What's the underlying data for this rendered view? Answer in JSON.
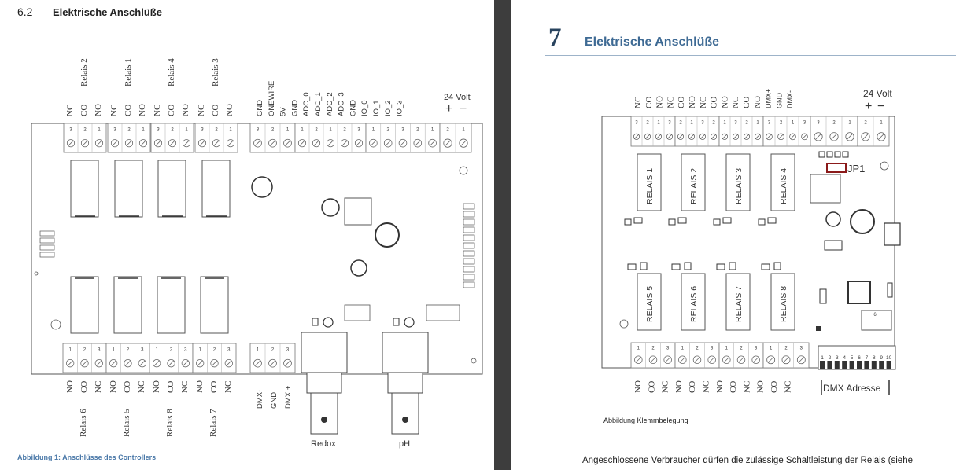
{
  "left_page": {
    "section_number": "6.2",
    "section_title": "Elektrische Anschlüße",
    "caption": "Abbildung 1: Anschlüsse des Controllers",
    "diagram": {
      "top_relay_names": [
        "Relais 2",
        "Relais 1",
        "Relais 4",
        "Relais 3"
      ],
      "relay_pins_top": [
        "NC",
        "CO",
        "NO"
      ],
      "terminal_numbers_top": [
        "3",
        "2",
        "1"
      ],
      "top_right_pins": [
        "GND",
        "ONEWIRE",
        "5V",
        "GND",
        "ADC_0",
        "ADC_1",
        "ADC_2",
        "ADC_3",
        "GND",
        "IO_0",
        "IO_1",
        "IO_2",
        "IO_3"
      ],
      "power_label": "24 Volt",
      "power_plus": "+",
      "power_minus": "−",
      "bottom_relay_names": [
        "Relais 6",
        "Relais 5",
        "Relais 8",
        "Relais 7"
      ],
      "relay_pins_bottom": [
        "NO",
        "CO",
        "NC"
      ],
      "terminal_numbers_bottom": [
        "1",
        "2",
        "3"
      ],
      "dmx_pins": [
        "DMX-",
        "GND",
        "DMX +"
      ],
      "bnc_labels": [
        "Redox",
        "pH"
      ]
    }
  },
  "right_page": {
    "chapter_number": "7",
    "chapter_title": "Elektrische Anschlüße",
    "caption": "Abbildung Klemmbelegung",
    "body_text": "Angeschlossene Verbraucher dürfen die zulässige Schaltleistung der Relais (siehe",
    "diagram": {
      "top_pin_labels": [
        "NC",
        "CO",
        "NO",
        "NC",
        "CO",
        "NO",
        "NC",
        "CO",
        "NO",
        "NC",
        "CO",
        "NO",
        "DMX+",
        "GND",
        "DMX-"
      ],
      "power_label": "24 Volt",
      "power_plus": "+",
      "power_minus": "−",
      "jumper_label": "JP1",
      "relay_labels_top": [
        "RELAIS 1",
        "RELAIS 2",
        "RELAIS 3",
        "RELAIS 4"
      ],
      "relay_labels_bottom": [
        "RELAIS 5",
        "RELAIS 6",
        "RELAIS 7",
        "RELAIS 8"
      ],
      "bottom_pin_labels": [
        "NO",
        "CO",
        "NC",
        "NO",
        "CO",
        "NC",
        "NO",
        "CO",
        "NC",
        "NO",
        "CO",
        "NC"
      ],
      "dip_numbers": [
        "1",
        "2",
        "3",
        "4",
        "5",
        "6",
        "7",
        "8",
        "9",
        "10"
      ],
      "dmx_address_label": "DMX Adresse",
      "jumper_pin_number": "6"
    }
  }
}
